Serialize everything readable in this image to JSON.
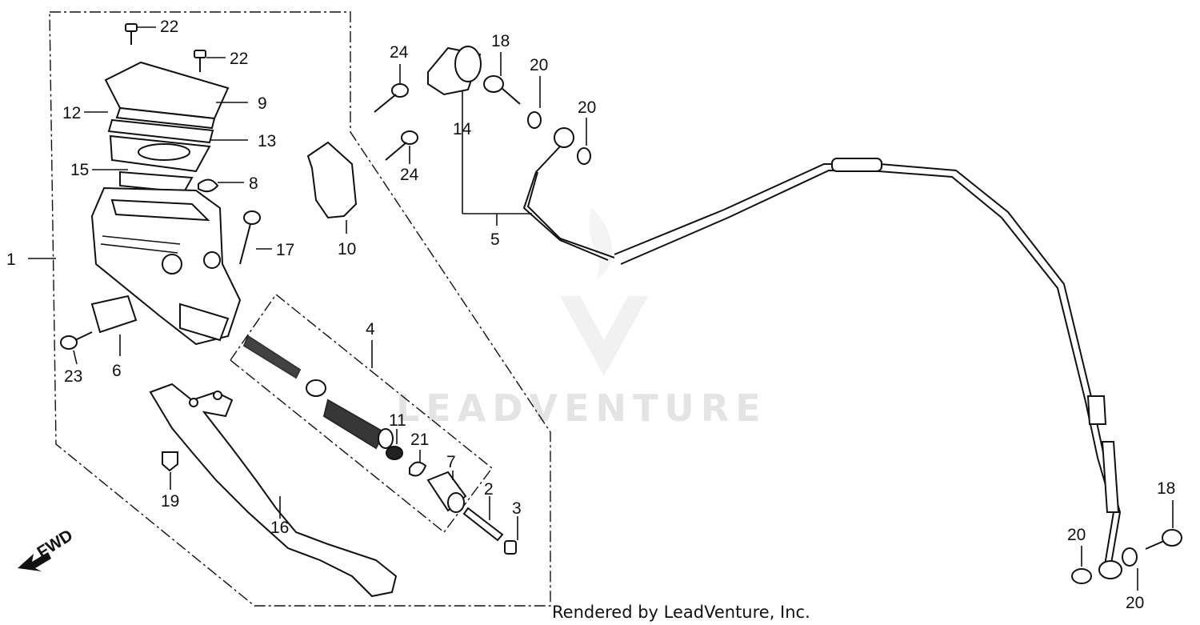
{
  "watermark": "LEADVENTURE",
  "credit": "Rendered by LeadVenture, Inc.",
  "direction_label": "FWD",
  "callouts": {
    "c1": "1",
    "c2": "2",
    "c3": "3",
    "c4": "4",
    "c5": "5",
    "c6": "6",
    "c7": "7",
    "c8": "8",
    "c9": "9",
    "c10": "10",
    "c11": "11",
    "c12": "12",
    "c13": "13",
    "c14": "14",
    "c15": "15",
    "c16": "16",
    "c17": "17",
    "c18a": "18",
    "c18b": "18",
    "c19": "19",
    "c20a": "20",
    "c20b": "20",
    "c20c": "20",
    "c20d": "20",
    "c21": "21",
    "c22a": "22",
    "c22b": "22",
    "c23": "23",
    "c24a": "24",
    "c24b": "24"
  }
}
